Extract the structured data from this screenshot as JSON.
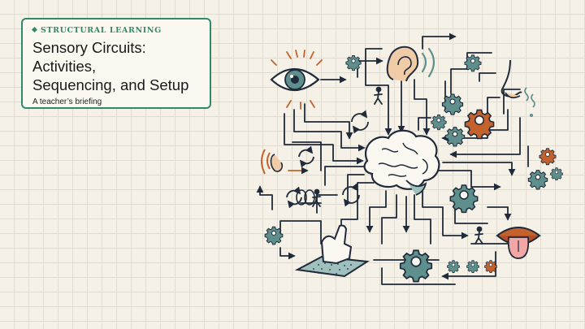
{
  "card": {
    "eyebrow": "STRUCTURAL LEARNING",
    "title": "Sensory Circuits:\nActivities,\nSequencing, and Setup",
    "subtitle": "A teacher’s briefing"
  },
  "colors": {
    "background": "#f6f1e6",
    "accent": "#2f8a6c",
    "ink": "#1f2a3a",
    "orange": "#c4622d",
    "teal": "#5f8f8c"
  },
  "icons": [
    "eye-icon",
    "ear-icon",
    "nose-icon",
    "tongue-icon",
    "hand-icon",
    "brain-icon",
    "gear-icon",
    "walking-person-icon",
    "cycle-arrows-icon",
    "arrow-icon"
  ]
}
